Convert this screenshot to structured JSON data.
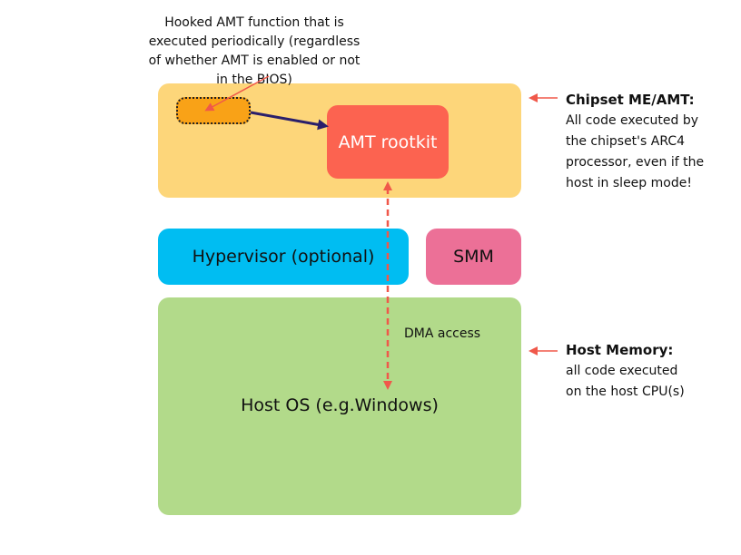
{
  "hooked_caption": "Hooked AMT function that is executed periodically (regardless of whether AMT is enabled or not in the BIOS)",
  "rootkit_label": "AMT rootkit",
  "hypervisor_label": "Hypervisor (optional)",
  "smm_label": "SMM",
  "dma_label": "DMA access",
  "host_os_label": "Host OS (e.g.Windows)",
  "chipset_note": {
    "title": "Chipset ME/AMT:",
    "lines": [
      "All code executed by",
      "the chipset's ARC4",
      "processor, even if the",
      "host in sleep mode!"
    ]
  },
  "host_note": {
    "title": "Host Memory:",
    "lines": [
      "all code executed",
      "on the host CPU(s)"
    ]
  },
  "colors": {
    "chipset": "#fdd67a",
    "rootkit": "#fc6350",
    "hooked_fn": "#f9a217",
    "hypervisor": "#00bdf2",
    "smm": "#ec7097",
    "host": "#b2da8a",
    "arrow_red": "#f0584a",
    "arrow_navy": "#2a1f6b"
  }
}
